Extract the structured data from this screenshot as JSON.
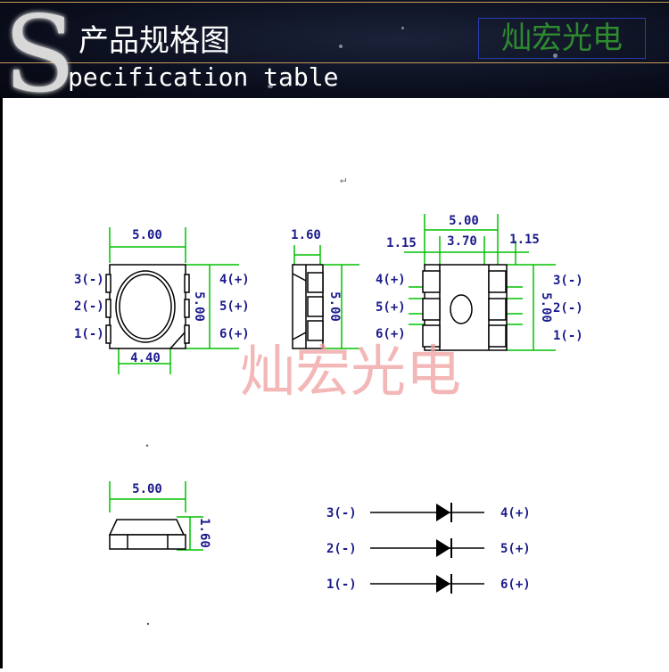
{
  "header": {
    "title_cn": "产品规格图",
    "title_en_initial": "S",
    "title_en_rest": "pecification table",
    "brand": "灿宏光电"
  },
  "watermark": "灿宏光电",
  "colors": {
    "dimension": "#00c000",
    "label": "#1a1a8c",
    "outline": "#000000",
    "watermark": "#f0a0a0",
    "brand": "#2e8b2e"
  },
  "top_view": {
    "width": "5.00",
    "height": "5.00",
    "lens": "4.40",
    "left_pins": [
      "3(-)",
      "2(-)",
      "1(-)"
    ],
    "right_pins": [
      "4(+)",
      "5(+)",
      "6(+)"
    ]
  },
  "side_view": {
    "thickness": "1.60",
    "height": "5.00"
  },
  "bottom_view": {
    "width": "5.00",
    "pad_left": "1.15",
    "center": "3.70",
    "pad_right": "1.15",
    "height": "5.00",
    "left_pins": [
      "4(+)",
      "5(+)",
      "6(+)"
    ],
    "right_pins": [
      "3(-)",
      "2(-)",
      "1(-)"
    ]
  },
  "profile_view": {
    "width": "5.00",
    "height": "1.60"
  },
  "schematic": [
    {
      "cathode": "3(-)",
      "anode": "4(+)"
    },
    {
      "cathode": "2(-)",
      "anode": "5(+)"
    },
    {
      "cathode": "1(-)",
      "anode": "6(+)"
    }
  ],
  "marks": {
    "return_symbol": "↵"
  }
}
